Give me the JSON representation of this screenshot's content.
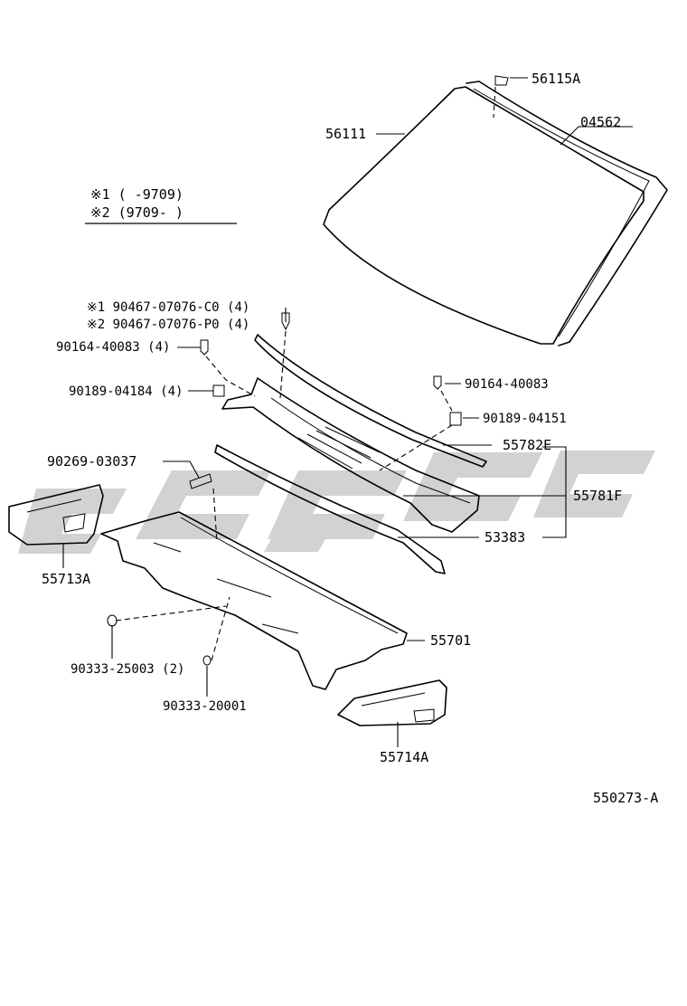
{
  "legend": {
    "line1": "※1 (     -9709)",
    "line2": "※2 (9709-      )"
  },
  "labels": {
    "p56115A": "56115A",
    "p56111": "56111",
    "p04562": "04562",
    "p90467_1": "※1 90467-07076-C0 (4)",
    "p90467_2": "※2 90467-07076-P0 (4)",
    "p90164_left": "90164-40083 (4)",
    "p90189_left": "90189-04184 (4)",
    "p90164_right": "90164-40083",
    "p90189_right": "90189-04151",
    "p90269": "90269-03037",
    "p55782E": "55782E",
    "p55781F": "55781F",
    "p53383": "53383",
    "p55713A": "55713A",
    "p55701": "55701",
    "p90333_25003": "90333-25003 (2)",
    "p90333_20001": "90333-20001",
    "p55714A": "55714A"
  },
  "diagram_code": "550273-A",
  "colors": {
    "line": "#000000",
    "watermark": "#8a8a8a",
    "background": "#ffffff"
  }
}
